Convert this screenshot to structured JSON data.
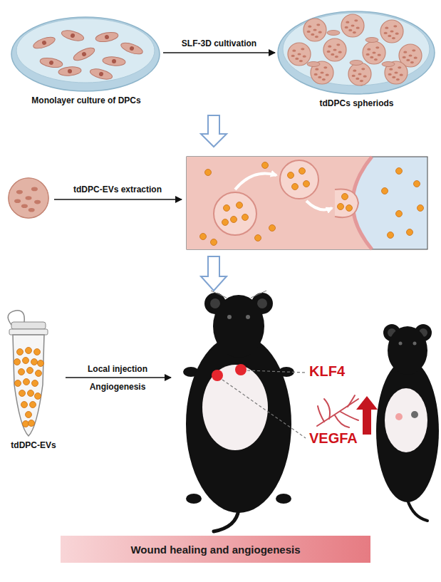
{
  "diagram": {
    "nodes": [
      {
        "text": [
          "Monolayer culture of DPCs"
        ]
      },
      {
        "text": [
          "tdDPCs spheriods"
        ]
      },
      {
        "text": [
          "tdDPC-EVs"
        ]
      },
      {
        "text": [
          "Wound healing and angiogenesis"
        ]
      }
    ],
    "edges": [
      {
        "from": 0,
        "to": 1,
        "label": "SLF-3D cultivation",
        "arrow": "to"
      }
    ],
    "labels": [
      "tdDPC-EVs extraction",
      "Local injection",
      "Angiogenesis",
      "KLF4",
      "VEGFA"
    ]
  }
}
